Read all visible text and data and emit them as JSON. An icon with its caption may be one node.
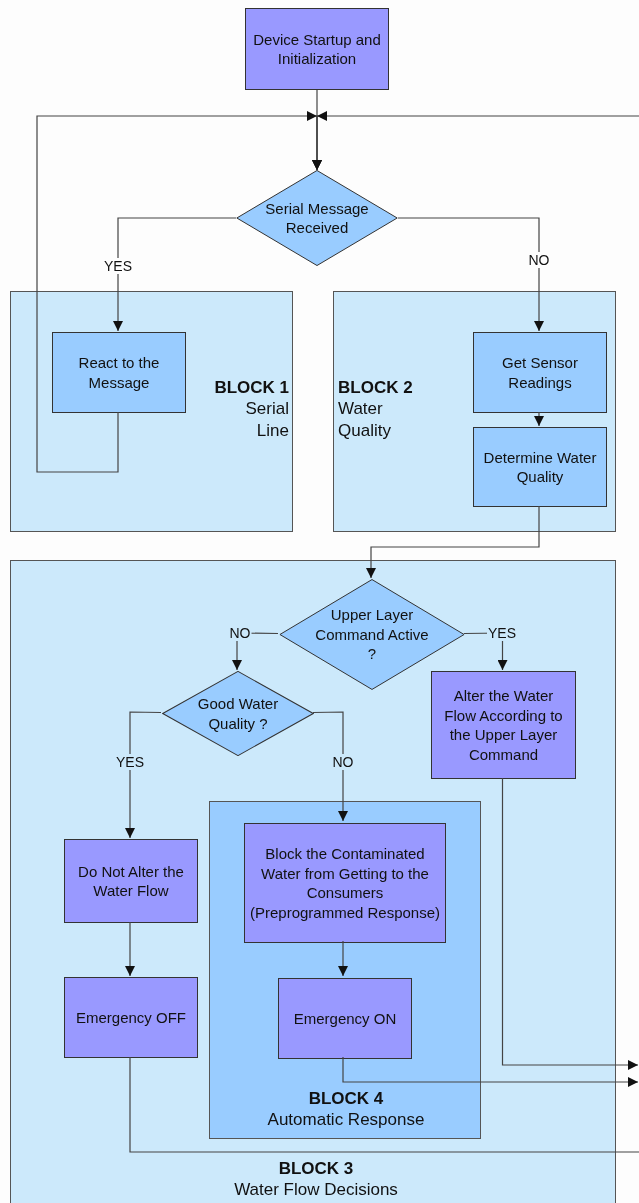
{
  "diagram": {
    "nodes": [
      {
        "text": [
          "Device Startup and Initialization"
        ]
      },
      {
        "text": [
          "Serial Message Received"
        ]
      },
      {
        "text": [
          "BLOCK 1",
          "Serial Line"
        ]
      },
      {
        "text": [
          "React to the Message"
        ],
        "in": 2
      },
      {
        "text": [
          "BLOCK 2",
          "Water Quality"
        ]
      },
      {
        "text": [
          "Get Sensor Readings"
        ],
        "in": 4
      },
      {
        "text": [
          "Determine Water Quality"
        ],
        "in": 4
      },
      {
        "text": [
          "BLOCK 3",
          "Water Flow Decisions"
        ]
      },
      {
        "text": [
          "Upper Layer Command Active ?"
        ],
        "in": 7
      },
      {
        "text": [
          "Good Water Quality ?"
        ],
        "in": 7
      },
      {
        "text": [
          "Alter the Water Flow According to the Upper Layer Command"
        ],
        "in": 7
      },
      {
        "text": [
          "Do Not Alter the Water Flow"
        ],
        "in": 7
      },
      {
        "text": [
          "BLOCK 4",
          "Automatic Response"
        ],
        "in": 7
      },
      {
        "text": [
          "Block the Contaminated Water from Getting to the Consumers (Preprogrammed Response)"
        ],
        "in": 12
      },
      {
        "text": [
          "Emergency ON"
        ],
        "in": 12
      },
      {
        "text": [
          "Emergency OFF"
        ],
        "in": 7
      }
    ],
    "edges": [
      {
        "from": 0,
        "to": 1,
        "arrow": "to"
      },
      {
        "from": 3,
        "to": 1,
        "arrow": "to"
      },
      {
        "from": null,
        "to": 1,
        "arrow": "to"
      },
      {
        "from": 1,
        "to": 3,
        "arrow": "to",
        "label": "YES"
      },
      {
        "from": 1,
        "to": 5,
        "arrow": "to",
        "label": "NO"
      },
      {
        "from": 5,
        "to": 6,
        "arrow": "to"
      },
      {
        "from": 6,
        "to": 8,
        "arrow": "to"
      },
      {
        "from": 8,
        "to": 9,
        "arrow": "to",
        "label": "NO"
      },
      {
        "from": 8,
        "to": 10,
        "arrow": "to",
        "label": "YES"
      },
      {
        "from": 9,
        "to": 11,
        "arrow": "to",
        "label": "YES"
      },
      {
        "from": 9,
        "to": 13,
        "arrow": "to",
        "label": "NO"
      },
      {
        "from": 13,
        "to": 14,
        "arrow": "to"
      },
      {
        "from": 11,
        "to": 15,
        "arrow": "to"
      },
      {
        "from": 10,
        "to": null,
        "arrow": "to"
      },
      {
        "from": 14,
        "to": null,
        "arrow": "to"
      },
      {
        "from": 15,
        "to": null,
        "arrow": "none"
      }
    ]
  }
}
